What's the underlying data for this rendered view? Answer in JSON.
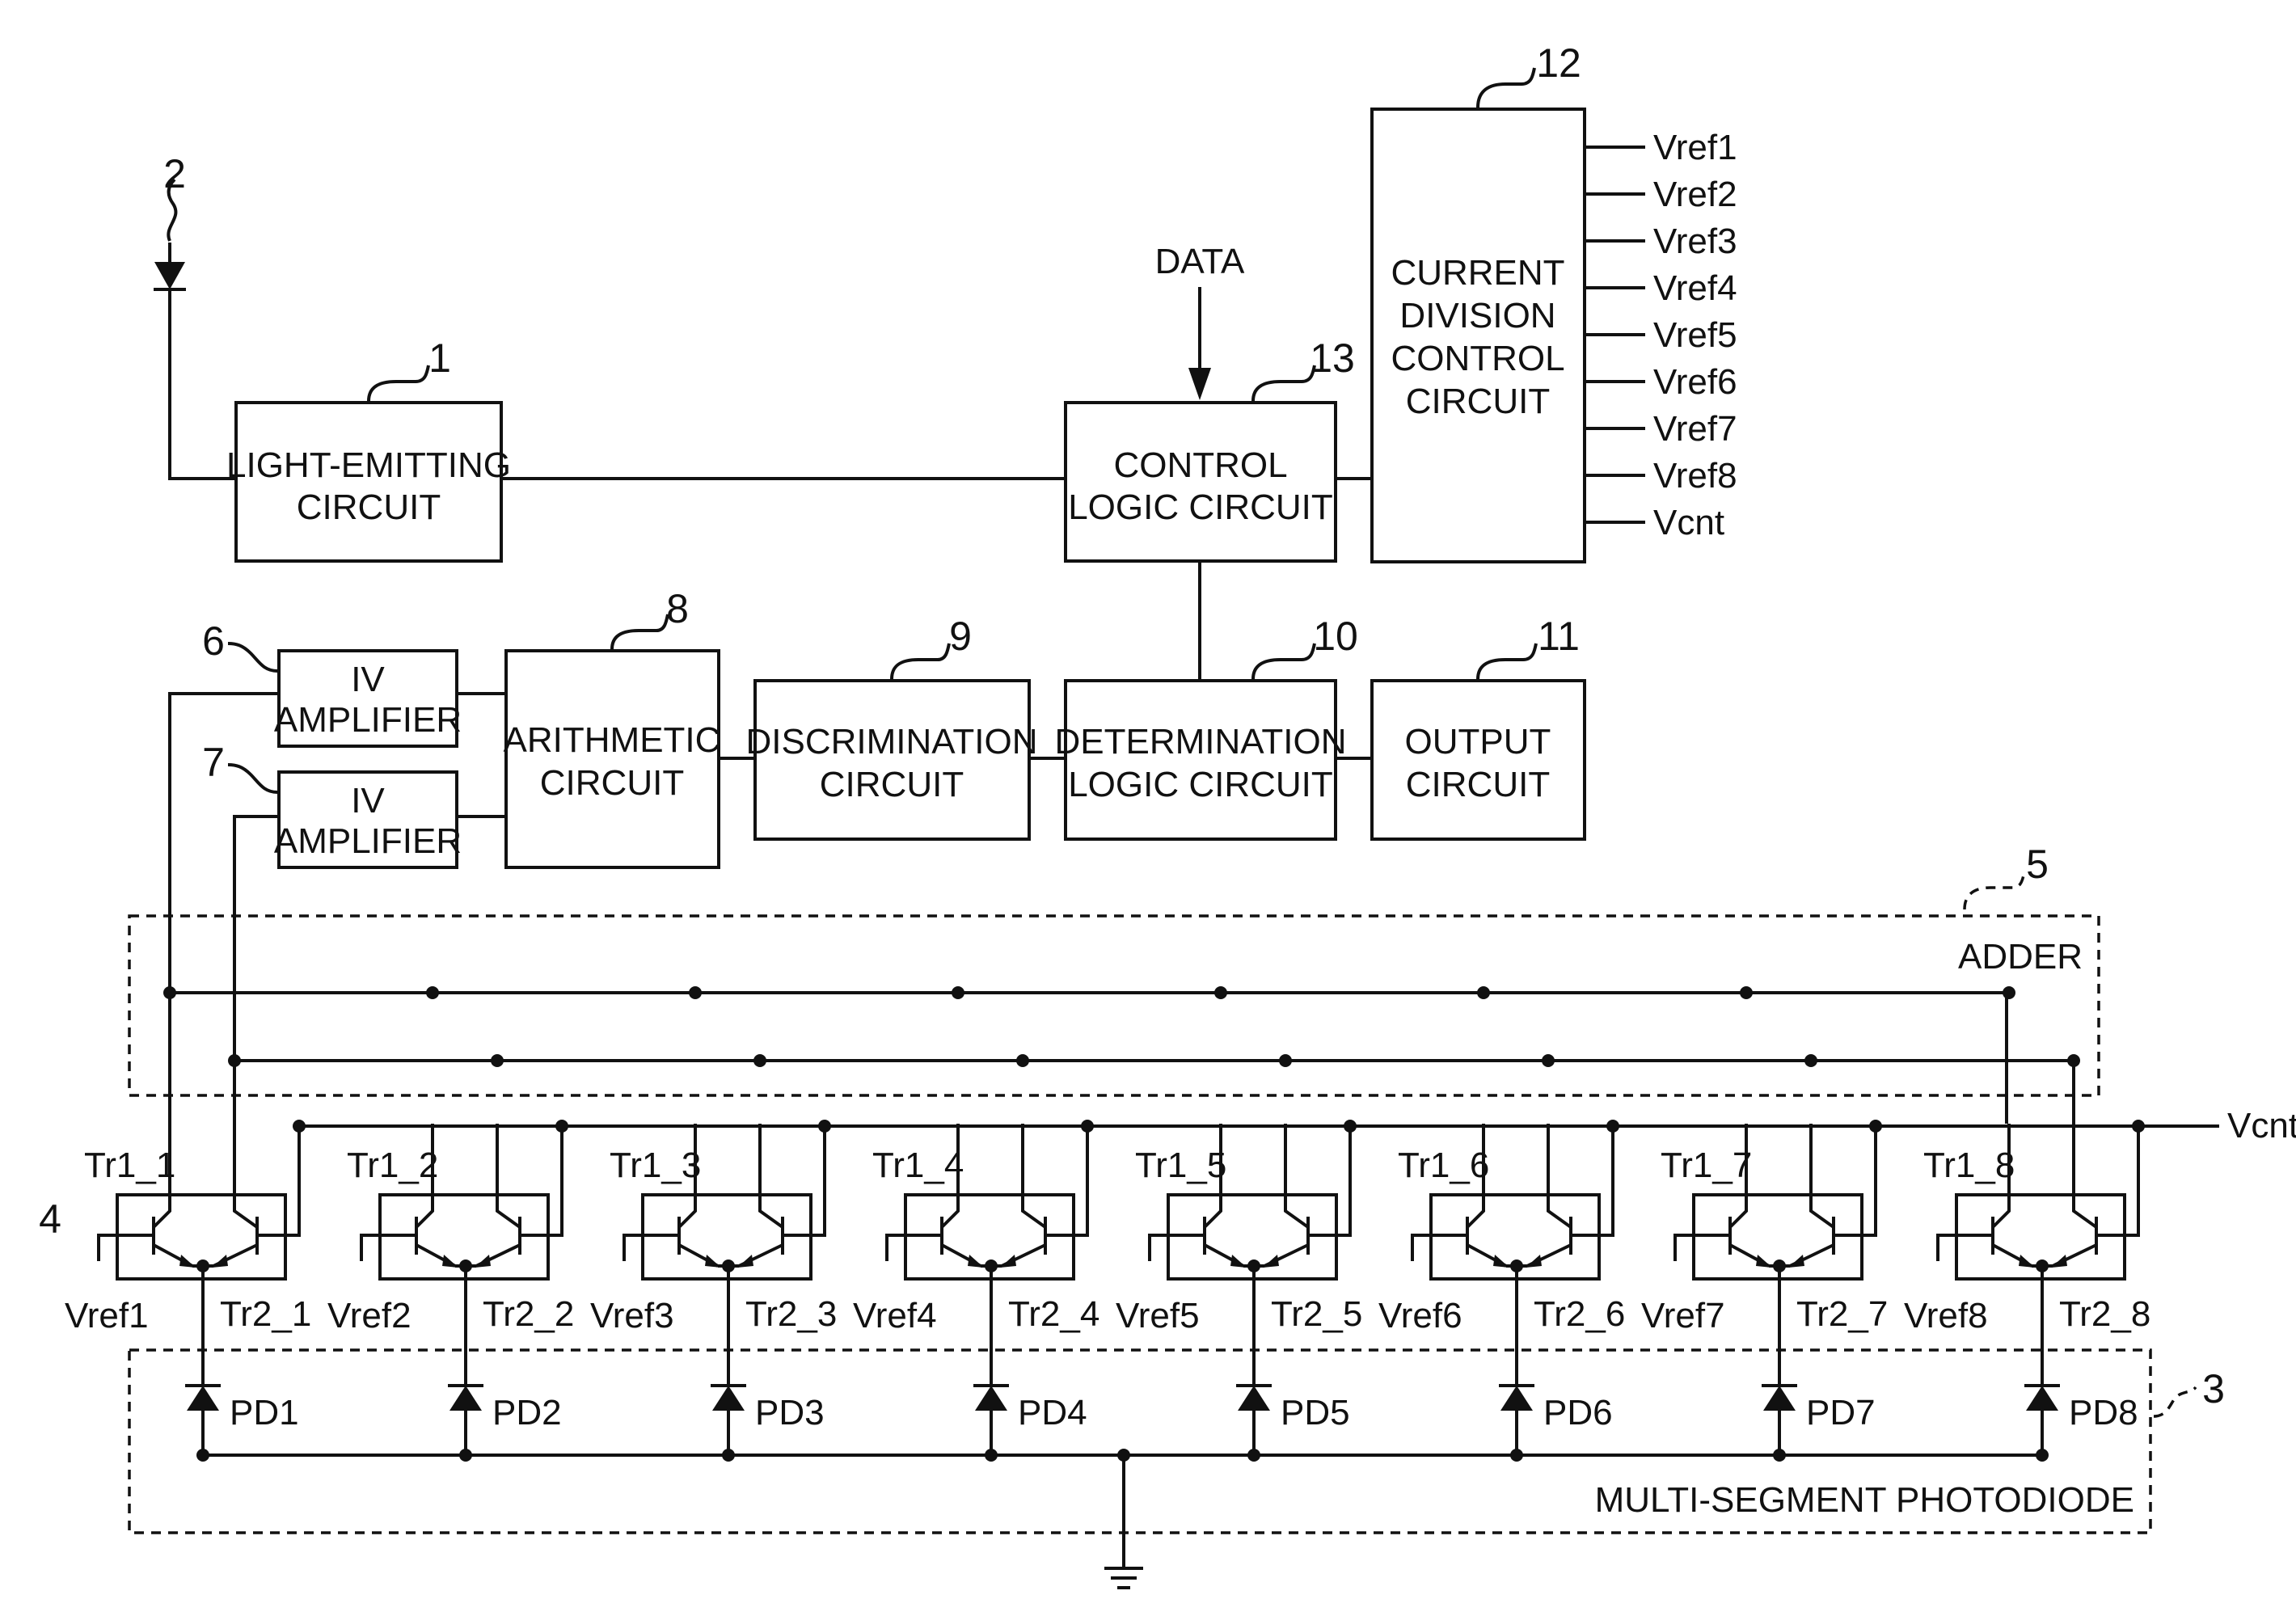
{
  "blocks": {
    "light_emitting": [
      "LIGHT-EMITTING",
      "CIRCUIT"
    ],
    "control_logic": [
      "CONTROL",
      "LOGIC CIRCUIT"
    ],
    "current_division": [
      "CURRENT",
      "DIVISION",
      "CONTROL",
      "CIRCUIT"
    ],
    "iv_amp_1": [
      "IV",
      "AMPLIFIER"
    ],
    "iv_amp_2": [
      "IV",
      "AMPLIFIER"
    ],
    "arithmetic": [
      "ARITHMETIC",
      "CIRCUIT"
    ],
    "discrimination": [
      "DISCRIMINATION",
      "CIRCUIT"
    ],
    "determination": [
      "DETERMINATION",
      "LOGIC CIRCUIT"
    ],
    "output": [
      "OUTPUT",
      "CIRCUIT"
    ]
  },
  "refs": {
    "light_emitting": "1",
    "led": "2",
    "photodiode": "3",
    "transistor_array": "4",
    "adder": "5",
    "iv_amp_1": "6",
    "iv_amp_2": "7",
    "arithmetic": "8",
    "discrimination": "9",
    "determination": "10",
    "output": "11",
    "current_division": "12",
    "control_logic": "13"
  },
  "labels": {
    "data": "DATA",
    "adder": "ADDER",
    "photodiode_group": "MULTI-SEGMENT PHOTODIODE",
    "vcnt": "Vcnt"
  },
  "ccc_outputs": [
    "Vref1",
    "Vref2",
    "Vref3",
    "Vref4",
    "Vref5",
    "Vref6",
    "Vref7",
    "Vref8",
    "Vcnt"
  ],
  "cells": [
    {
      "tr1": "Tr1_1",
      "tr2": "Tr2_1",
      "vref": "Vref1",
      "pd": "PD1"
    },
    {
      "tr1": "Tr1_2",
      "tr2": "Tr2_2",
      "vref": "Vref2",
      "pd": "PD2"
    },
    {
      "tr1": "Tr1_3",
      "tr2": "Tr2_3",
      "vref": "Vref3",
      "pd": "PD3"
    },
    {
      "tr1": "Tr1_4",
      "tr2": "Tr2_4",
      "vref": "Vref4",
      "pd": "PD4"
    },
    {
      "tr1": "Tr1_5",
      "tr2": "Tr2_5",
      "vref": "Vref5",
      "pd": "PD5"
    },
    {
      "tr1": "Tr1_6",
      "tr2": "Tr2_6",
      "vref": "Vref6",
      "pd": "PD6"
    },
    {
      "tr1": "Tr1_7",
      "tr2": "Tr2_7",
      "vref": "Vref7",
      "pd": "PD7"
    },
    {
      "tr1": "Tr1_8",
      "tr2": "Tr2_8",
      "vref": "Vref8",
      "pd": "PD8"
    }
  ]
}
